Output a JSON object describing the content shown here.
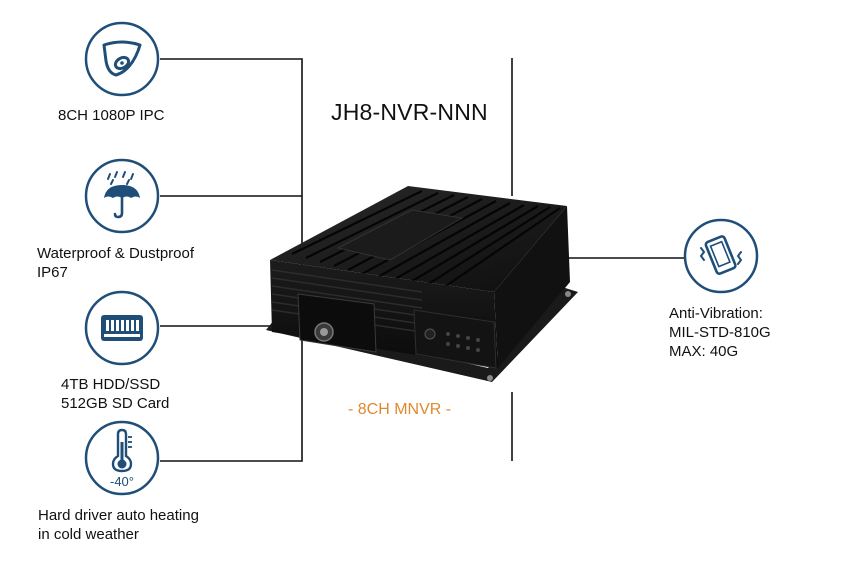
{
  "product": {
    "model": "JH8-NVR-NNN",
    "subtitle": "- 8CH MNVR -"
  },
  "features": {
    "camera": {
      "icon": "dome-camera-icon",
      "lines": [
        "8CH 1080P IPC"
      ]
    },
    "waterproof": {
      "icon": "umbrella-rain-icon",
      "lines": [
        "Waterproof & Dustproof",
        "IP67"
      ]
    },
    "storage": {
      "icon": "hard-drive-icon",
      "lines": [
        "4TB HDD/SSD",
        "512GB SD Card"
      ]
    },
    "heating": {
      "icon": "thermometer-icon",
      "icon_text": "-40°",
      "lines": [
        "Hard driver auto heating",
        "in cold weather"
      ]
    },
    "vibration": {
      "icon": "vibrating-phone-icon",
      "lines": [
        "Anti-Vibration:",
        "MIL-STD-810G",
        "MAX: 40G"
      ]
    }
  },
  "colors": {
    "icon_blue": "#1f4e79",
    "subtitle_orange": "#e08a2e",
    "device_black": "#161616"
  }
}
